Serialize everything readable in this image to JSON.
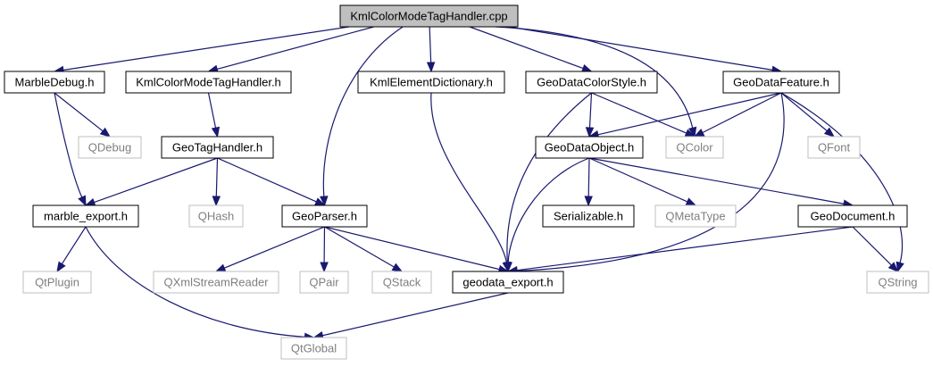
{
  "diagram": {
    "type": "include-dependency-graph",
    "colors": {
      "edge": "#191970",
      "root_fill": "#bfbfbf",
      "local_border": "#000000",
      "external_border": "#bfbfbf",
      "external_text": "#7f7f7f"
    },
    "nodes": [
      {
        "id": "root",
        "label": "KmlColorModeTagHandler.cpp",
        "kind": "root"
      },
      {
        "id": "marbledebug",
        "label": "MarbleDebug.h",
        "kind": "local"
      },
      {
        "id": "kmlcmth",
        "label": "KmlColorModeTagHandler.h",
        "kind": "local"
      },
      {
        "id": "kmled",
        "label": "KmlElementDictionary.h",
        "kind": "local"
      },
      {
        "id": "gdcs",
        "label": "GeoDataColorStyle.h",
        "kind": "local"
      },
      {
        "id": "gdf",
        "label": "GeoDataFeature.h",
        "kind": "local"
      },
      {
        "id": "qdebug",
        "label": "QDebug",
        "kind": "external"
      },
      {
        "id": "gth",
        "label": "GeoTagHandler.h",
        "kind": "local"
      },
      {
        "id": "gdo",
        "label": "GeoDataObject.h",
        "kind": "local"
      },
      {
        "id": "qcolor",
        "label": "QColor",
        "kind": "external"
      },
      {
        "id": "qfont",
        "label": "QFont",
        "kind": "external"
      },
      {
        "id": "marbleexp",
        "label": "marble_export.h",
        "kind": "local"
      },
      {
        "id": "qhash",
        "label": "QHash",
        "kind": "external"
      },
      {
        "id": "geoparser",
        "label": "GeoParser.h",
        "kind": "local"
      },
      {
        "id": "serial",
        "label": "Serializable.h",
        "kind": "local"
      },
      {
        "id": "qmeta",
        "label": "QMetaType",
        "kind": "external"
      },
      {
        "id": "gdoc",
        "label": "GeoDocument.h",
        "kind": "local"
      },
      {
        "id": "qtplugin",
        "label": "QtPlugin",
        "kind": "external"
      },
      {
        "id": "qxml",
        "label": "QXmlStreamReader",
        "kind": "external"
      },
      {
        "id": "qpair",
        "label": "QPair",
        "kind": "external"
      },
      {
        "id": "qstack",
        "label": "QStack",
        "kind": "external"
      },
      {
        "id": "geoexp",
        "label": "geodata_export.h",
        "kind": "local"
      },
      {
        "id": "qstring",
        "label": "QString",
        "kind": "external"
      },
      {
        "id": "qtglobal",
        "label": "QtGlobal",
        "kind": "external"
      }
    ],
    "edges": [
      {
        "from": "root",
        "to": "marbledebug"
      },
      {
        "from": "root",
        "to": "kmlcmth"
      },
      {
        "from": "root",
        "to": "kmled"
      },
      {
        "from": "root",
        "to": "gdcs"
      },
      {
        "from": "root",
        "to": "gdf"
      },
      {
        "from": "root",
        "to": "qcolor"
      },
      {
        "from": "root",
        "to": "geoparser"
      },
      {
        "from": "marbledebug",
        "to": "qdebug"
      },
      {
        "from": "marbledebug",
        "to": "marbleexp"
      },
      {
        "from": "kmlcmth",
        "to": "gth"
      },
      {
        "from": "kmled",
        "to": "geoexp"
      },
      {
        "from": "gdcs",
        "to": "gdo"
      },
      {
        "from": "gdcs",
        "to": "qcolor"
      },
      {
        "from": "gdcs",
        "to": "geoexp"
      },
      {
        "from": "gdf",
        "to": "gdo"
      },
      {
        "from": "gdf",
        "to": "qcolor"
      },
      {
        "from": "gdf",
        "to": "qfont"
      },
      {
        "from": "gdf",
        "to": "qstring"
      },
      {
        "from": "gdf",
        "to": "geoexp"
      },
      {
        "from": "gth",
        "to": "marbleexp"
      },
      {
        "from": "gth",
        "to": "qhash"
      },
      {
        "from": "gth",
        "to": "geoparser"
      },
      {
        "from": "gdo",
        "to": "serial"
      },
      {
        "from": "gdo",
        "to": "qmeta"
      },
      {
        "from": "gdo",
        "to": "gdoc"
      },
      {
        "from": "gdo",
        "to": "geoexp"
      },
      {
        "from": "marbleexp",
        "to": "qtplugin"
      },
      {
        "from": "marbleexp",
        "to": "qtglobal"
      },
      {
        "from": "geoparser",
        "to": "qxml"
      },
      {
        "from": "geoparser",
        "to": "qpair"
      },
      {
        "from": "geoparser",
        "to": "qstack"
      },
      {
        "from": "geoparser",
        "to": "geoexp"
      },
      {
        "from": "gdoc",
        "to": "geoexp"
      },
      {
        "from": "gdoc",
        "to": "qstring"
      },
      {
        "from": "geoexp",
        "to": "qtglobal"
      }
    ]
  }
}
